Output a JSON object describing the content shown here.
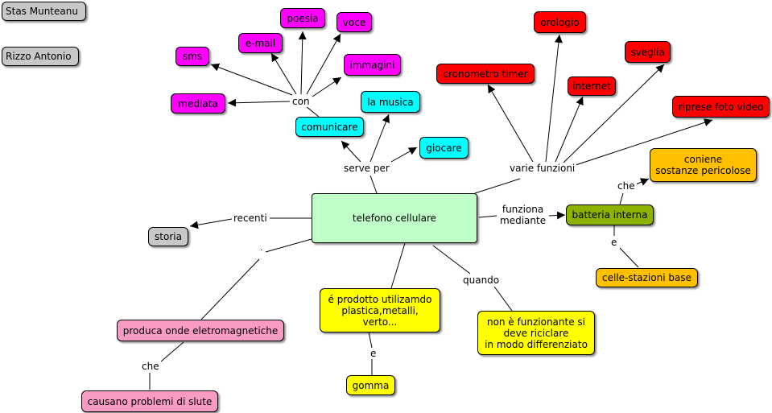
{
  "authors": [
    "Stas Munteanu",
    "Rizzo Antonio"
  ],
  "center": "telefono cellulare",
  "nodes": {
    "storia": "storia",
    "comunicare": "comunicare",
    "mediata": "mediata",
    "sms": "sms",
    "email": "e-mail",
    "poesia": "poesia",
    "voce": "voce",
    "immagini": "immagini",
    "la_musica": "la musica",
    "giocare": "giocare",
    "cronometro": "cronometro timer",
    "orologio": "orologio",
    "internet": "internet",
    "sveglia": "sveglia",
    "riprese": "riprese foto video",
    "sostanze": "coniene\nsostanze pericolose",
    "batteria": "batteria interna",
    "celle": "celle-stazioni base",
    "onde": "produca onde eletromagnetiche",
    "problemi": "causano problemi di slute",
    "prodotto": "é prodotto utilizamdo\nplastica,metalli,\nverto...",
    "gomma": "gomma",
    "riciclare": "non è funzionante si\ndeve riciclare\nin modo differenziato"
  },
  "links": {
    "recenti": "recenti",
    "serve_per": "serve per",
    "con": "con",
    "varie_funzioni": "varie funzioni",
    "funziona": "funziona\nmediante",
    "che_top": "che",
    "e_right": "e",
    "quando": "quando",
    "e_bottom": "e",
    "che_bottom": "che",
    "dot": "."
  },
  "colors": {
    "gray": "#c8c8c8",
    "magenta": "#ff00ff",
    "cyan": "#00ffff",
    "red": "#ff0000",
    "light_green": "#c0ffc8",
    "pink": "#f79ac4",
    "yellow": "#ffff00",
    "orange": "#ffc000",
    "olive": "#8db200"
  }
}
